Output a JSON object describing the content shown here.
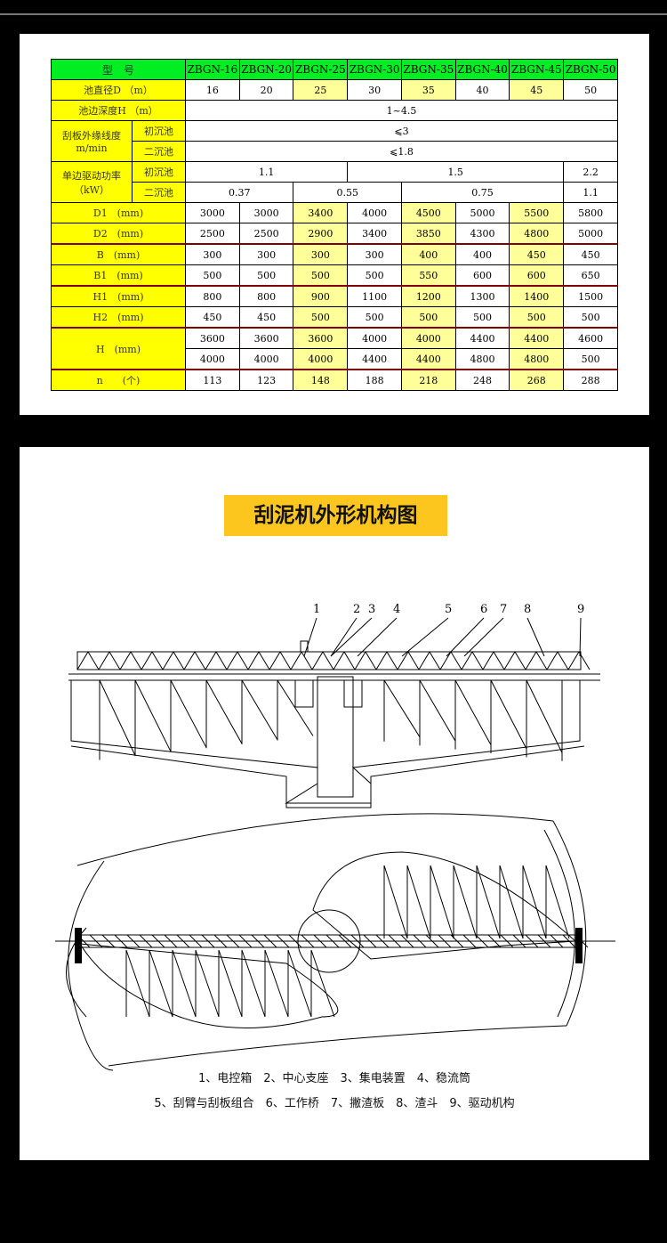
{
  "table": {
    "header": {
      "label": "型　号",
      "models": [
        "ZBGN-16",
        "ZBGN-20",
        "ZBGN-25",
        "ZBGN-30",
        "ZBGN-35",
        "ZBGN-40",
        "ZBGN-45",
        "ZBGN-50"
      ]
    },
    "diameter": {
      "label": "池直径D （m）",
      "values": [
        "16",
        "20",
        "25",
        "30",
        "35",
        "40",
        "45",
        "50"
      ]
    },
    "depth": {
      "label": "池边深度H （m）",
      "value": "1~4.5"
    },
    "speed": {
      "label": "刮板外缘线度",
      "unit": "m/min",
      "primary_label": "初沉池",
      "primary": "⩽3",
      "secondary_label": "二沉池",
      "secondary": "⩽1.8"
    },
    "power": {
      "label": "单边驱动功率",
      "unit": "（kW）",
      "primary_label": "初沉池",
      "primary": [
        "1.1",
        "1.5",
        "2.2"
      ],
      "secondary_label": "二沉池",
      "secondary": [
        "0.37",
        "0.55",
        "0.75",
        "1.1"
      ]
    },
    "rows": [
      {
        "label": "D1　(mm)",
        "values": [
          "3000",
          "3000",
          "3400",
          "4000",
          "4500",
          "5000",
          "5500",
          "5800"
        ]
      },
      {
        "label": "D2　(mm)",
        "values": [
          "2500",
          "2500",
          "2900",
          "3400",
          "3850",
          "4300",
          "4800",
          "5000"
        ]
      },
      {
        "label": "B　(mm)",
        "values": [
          "300",
          "300",
          "300",
          "300",
          "400",
          "400",
          "450",
          "450"
        ]
      },
      {
        "label": "B1　(mm)",
        "values": [
          "500",
          "500",
          "500",
          "500",
          "550",
          "600",
          "600",
          "650"
        ]
      },
      {
        "label": "H1　(mm)",
        "values": [
          "800",
          "800",
          "900",
          "1100",
          "1200",
          "1300",
          "1400",
          "1500"
        ]
      },
      {
        "label": "H2　(mm)",
        "values": [
          "450",
          "450",
          "500",
          "500",
          "500",
          "500",
          "500",
          "500"
        ]
      }
    ],
    "h": {
      "label": "H　(mm)",
      "values1": [
        "3600",
        "3600",
        "3600",
        "4000",
        "4000",
        "4400",
        "4400",
        "4600"
      ],
      "values2": [
        "4000",
        "4000",
        "4000",
        "4400",
        "4400",
        "4800",
        "4800",
        "500"
      ]
    },
    "n": {
      "label": "n　　(个)",
      "values": [
        "113",
        "123",
        "148",
        "188",
        "218",
        "248",
        "268",
        "288"
      ]
    }
  },
  "diagram": {
    "title": "刮泥机外形机构图",
    "callouts": [
      "1",
      "2",
      "3",
      "4",
      "5",
      "6",
      "7",
      "8",
      "9"
    ],
    "legend_line1": "1、电控箱　2、中心支座　3、集电装置　4、稳流筒",
    "legend_line2": "5、刮臂与刮板组合　6、工作桥　7、撇渣板　8、渣斗　9、驱动机构"
  },
  "colors": {
    "header_green": "#00ee22",
    "label_yellow": "#ffff00",
    "highlight": "#ffff99",
    "title_bg": "#fdc61f"
  }
}
